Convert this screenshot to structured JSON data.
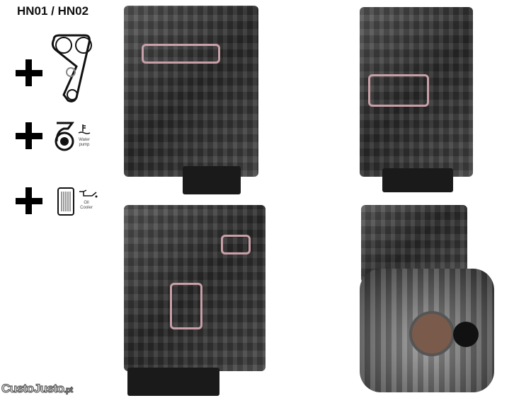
{
  "title": "HN01 / HN02",
  "kit_items": [
    {
      "icon": "timing-belt-icon"
    },
    {
      "icon": "water-pump-icon",
      "label_line1": "Water",
      "label_line2": "pump"
    },
    {
      "icon": "oil-cooler-icon",
      "label_line1": "Oil",
      "label_line2": "Cooler"
    }
  ],
  "watermark": {
    "main": "CustoJusto",
    "suffix": ".pt"
  }
}
